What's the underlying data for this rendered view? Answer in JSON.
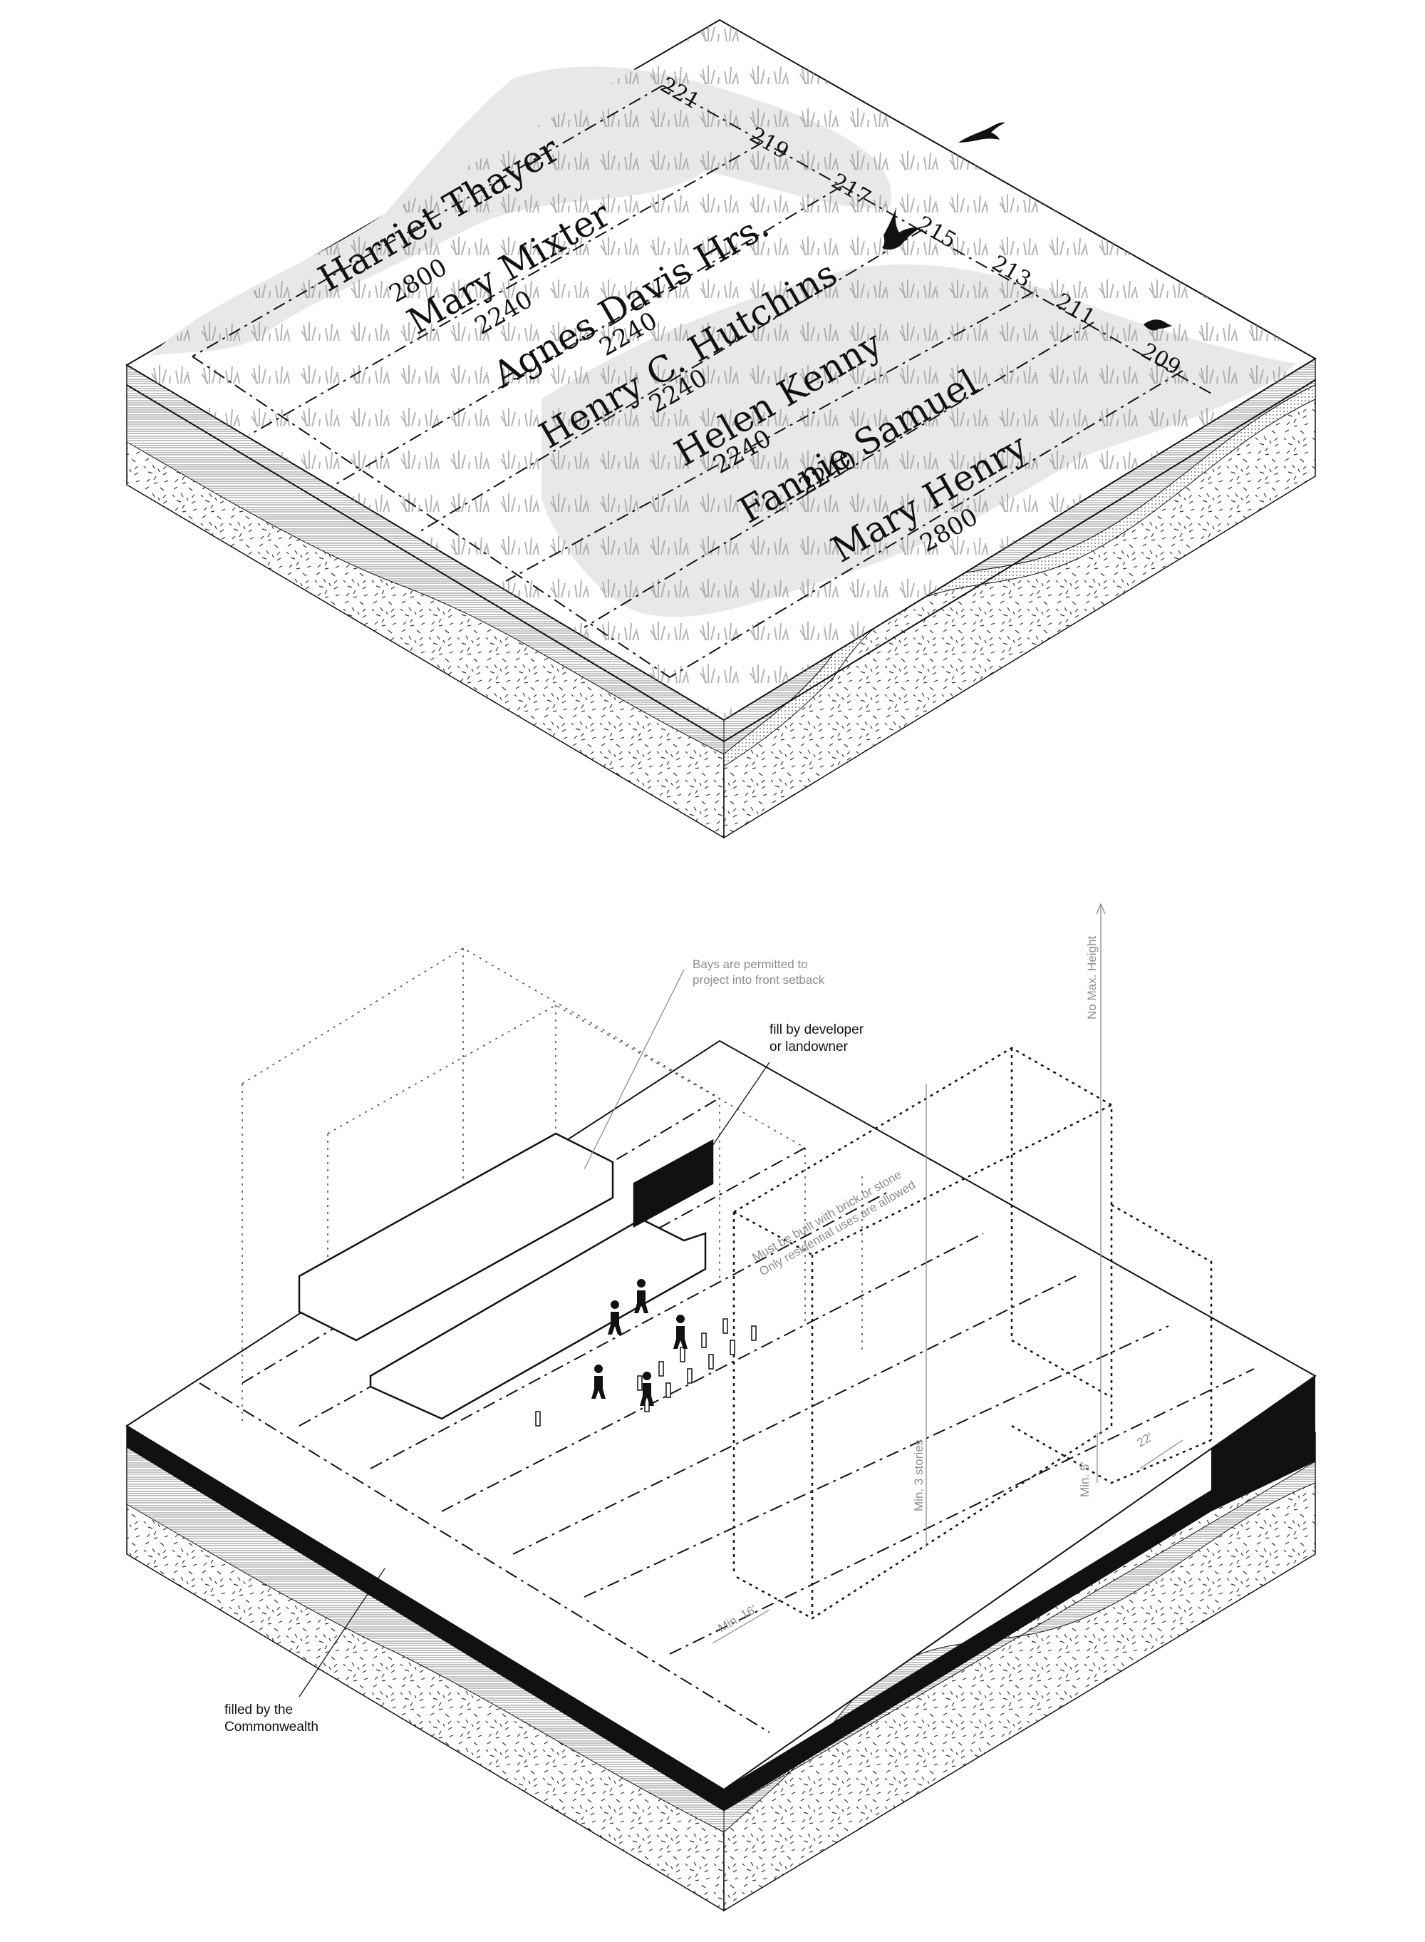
{
  "colors": {
    "ink": "#111111",
    "marsh": "#e8e8e8",
    "grass": "#9a9a9a",
    "note_grey": "#8d8d8d"
  },
  "top_block": {
    "lot_numbers": [
      "221",
      "219",
      "217",
      "215",
      "213",
      "211",
      "209"
    ],
    "parcels": [
      {
        "owner": "Harriet Thayer",
        "area": "2800"
      },
      {
        "owner": "Mary Mixter",
        "area": "2240"
      },
      {
        "owner": "Agnes Davis Hrs.",
        "area": "2240"
      },
      {
        "owner": "Henry C. Hutchins",
        "area": "2240"
      },
      {
        "owner": "Helen Kenny",
        "area": "2240"
      },
      {
        "owner": "Fannie Samuel",
        "area": "2240"
      },
      {
        "owner": "Mary Henry",
        "area": "2800"
      }
    ],
    "bird_icons": [
      "bird-icon",
      "bird-icon",
      "bird-icon"
    ]
  },
  "bottom_block": {
    "annotations": {
      "bays_line1": "Bays are permitted to",
      "bays_line2": "project into front setback",
      "fill_dev_line1": "fill by developer",
      "fill_dev_line2": "or landowner",
      "no_max_height": "No Max. Height",
      "brick_line1": "Must be built with brick or stone",
      "brick_line2": "Only residential uses are allowed",
      "min_stories": "Min. 3 stories",
      "min_five": "Min. 5'",
      "twenty_two": "22'",
      "min_sixteen": "Min. 16'",
      "commonwealth_line1": "filled by the",
      "commonwealth_line2": "Commonwealth"
    },
    "figure_icons": [
      "worker-icon",
      "worker-icon",
      "worker-icon",
      "worker-icon",
      "worker-icon"
    ]
  }
}
